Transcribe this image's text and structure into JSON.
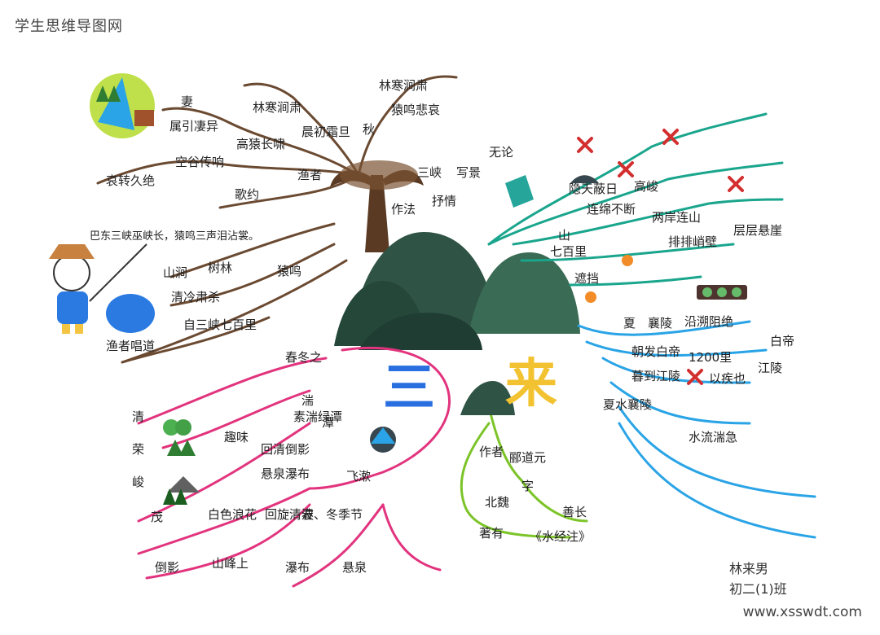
{
  "header": {
    "site_name": "学生思维导图网"
  },
  "footer": {
    "url": "www.xsswdt.com"
  },
  "center_titles": {
    "san": "三",
    "lai": "来"
  },
  "colors": {
    "brown": "#6b4a32",
    "teal": "#1aa58d",
    "blue": "#2aa4e6",
    "pink": "#e2347e",
    "green": "#7cc428",
    "mountain": "#2f5446"
  },
  "icons": [
    "tree-icon",
    "mountain-icon",
    "fisherman-doodle-icon",
    "forest-badge-icon",
    "cross-mark-icon",
    "sun-icon",
    "waterfall-icon"
  ],
  "brown_branch": {
    "items": [
      "妻",
      "属引凄异",
      "空谷传响",
      "哀转久绝",
      "高猿长啸",
      "林寒涧肃",
      "晨初霜旦",
      "秋",
      "林寒涧肃",
      "猿鸣悲哀",
      "渔者",
      "歌约",
      "巴东三峡巫峡长，猿鸣三声泪沾裳。",
      "山涧",
      "树林",
      "猿鸣",
      "清冷肃杀",
      "渔者唱道",
      "自三峡七百里"
    ]
  },
  "teal_branch": {
    "items": [
      "作法",
      "三峡",
      "抒情",
      "写景",
      "山",
      "七百里",
      "连绵不断",
      "隐天蔽日",
      "高峻",
      "两岸连山",
      "排排峭壁",
      "层层悬崖",
      "无论",
      "遮挡"
    ]
  },
  "blue_branch": {
    "items": [
      "夏",
      "襄陵",
      "沿溯阻绝",
      "白帝",
      "1200里",
      "江陵",
      "以疾也",
      "水流湍急",
      "夏水襄陵",
      "朝发白帝",
      "暮到江陵"
    ]
  },
  "pink_branch": {
    "items": [
      "春冬之",
      "素湍绿潭",
      "回清倒影",
      "悬泉瀑布",
      "飞漱",
      "清",
      "荣",
      "峻",
      "茂",
      "趣味",
      "白色浪花",
      "回旋清波",
      "春、冬季节",
      "湍",
      "潭",
      "山峰上",
      "瀑布",
      "悬泉",
      "倒影"
    ]
  },
  "green_branch": {
    "items": [
      "作者",
      "郦道元",
      "字",
      "善长",
      "北魏",
      "著有",
      "《水经注》"
    ]
  },
  "signature": {
    "name": "林来男",
    "class": "初二(1)班"
  }
}
